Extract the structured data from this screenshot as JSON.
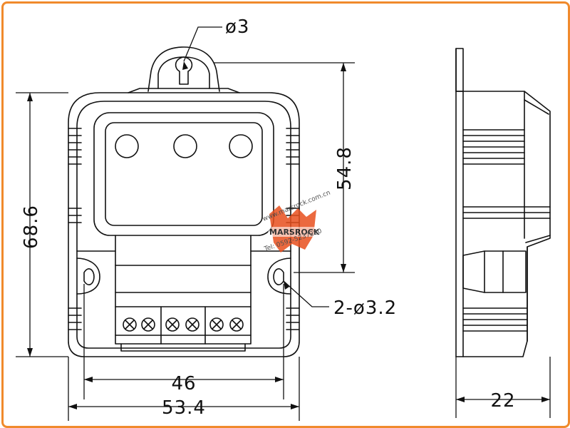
{
  "drawing": {
    "hole_top_label": "ø3",
    "height_label": "68.6",
    "inner_height_label": "54.8",
    "mount_holes_label": "2-ø3.2",
    "hole_spacing_label": "46",
    "width_label": "53.4",
    "depth_label": "22"
  },
  "watermark": {
    "brand": "MARSROCK",
    "url": "www.marsrock.com.cn",
    "tel": "Tel: 0592-5237280"
  },
  "colors": {
    "frame": "#f08a2c",
    "line": "#111111",
    "watermark_logo": "#e8501e"
  }
}
